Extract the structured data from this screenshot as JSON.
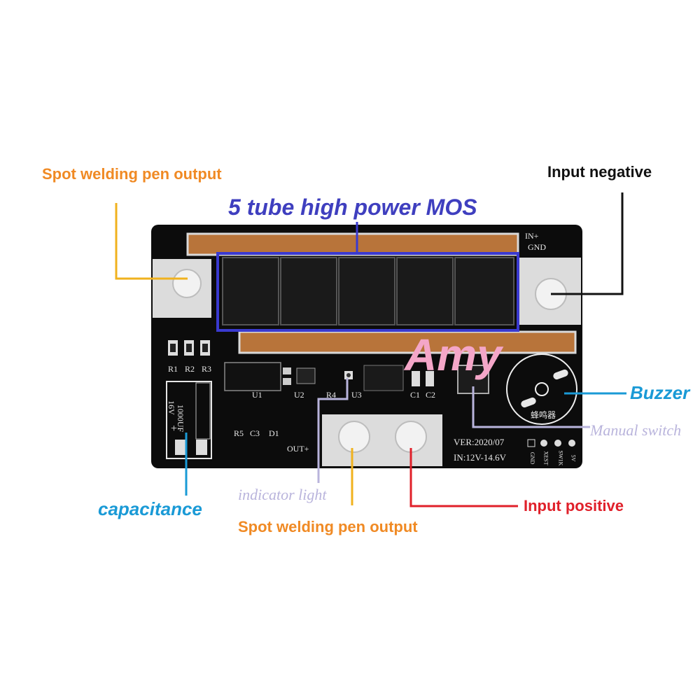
{
  "labels": {
    "pen_output_top": "Spot welding pen output",
    "mos": "5 tube high power MOS",
    "input_negative": "Input negative",
    "buzzer": "Buzzer",
    "manual_switch": "Manual switch",
    "capacitance": "capacitance",
    "indicator_light": "indicator light",
    "input_positive": "Input positive",
    "pen_output_bottom": "Spot welding pen output",
    "watermark": "Amy"
  },
  "silkscreen": {
    "in_plus": "IN+",
    "gnd": "GND",
    "r1": "R1",
    "r2": "R2",
    "r3": "R3",
    "u1": "U1",
    "u2": "U2",
    "u3": "U3",
    "r4": "R4",
    "r5": "R5",
    "c1": "C1",
    "c2": "C2",
    "c3": "C3",
    "d1": "D1",
    "cap_rating": "16V",
    "cap_value": "1000UF",
    "cap_plus": "+",
    "out_plus": "OUT+",
    "version": "VER:2020/07",
    "input_range": "IN:12V-14.6V",
    "pin_gnd": "GND",
    "pin_xest": "XEST",
    "pin_sw": "SW1K",
    "pin_5v": "5V",
    "buzzer_cn": "蜂鸣器"
  },
  "colors": {
    "board": "#0c0c0c",
    "copper": "#b8743a",
    "mos_box": "#3a3ad0",
    "orange": "#f0b21e",
    "black": "#111111",
    "red": "#e0202a",
    "blue": "#1a9ad6",
    "lavender": "#b9b4dc"
  }
}
